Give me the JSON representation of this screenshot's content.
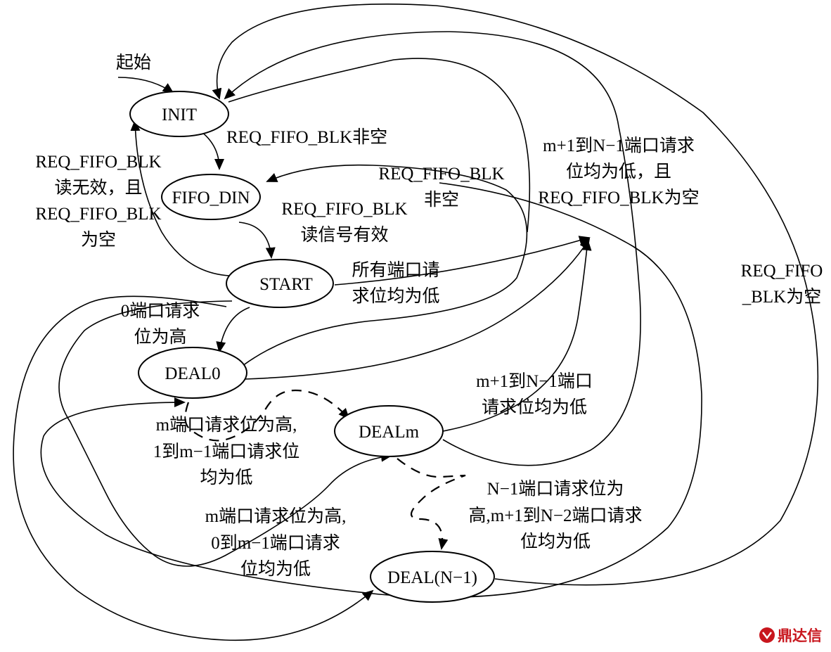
{
  "states": {
    "init": "INIT",
    "fifo_din": "FIFO_DIN",
    "start": "START",
    "deal0": "DEAL0",
    "dealm": "DEALm",
    "dealn1": "DEAL(N−1)"
  },
  "labels": {
    "start_entry": "起始",
    "init_to_fifo": "REQ_FIFO_BLK非空",
    "fifo_to_init": [
      "REQ_FIFO_BLK",
      "读无效，且",
      "REQ_FIFO_BLK",
      "为空"
    ],
    "fifo_to_start": [
      "REQ_FIFO_BLK",
      "读信号有效"
    ],
    "to_fifo_nonempty": [
      "REQ_FIFO_BLK",
      "非空"
    ],
    "deal_to_init": [
      "m+1到N−1端口请求",
      "位均为低，且",
      "REQ_FIFO_BLK为空"
    ],
    "start_all_low": [
      "所有端口请",
      "求位均为低"
    ],
    "start_to_deal0": [
      "0端口请求",
      "位为高"
    ],
    "dealn_to_init": [
      "REQ_FIFO",
      "_BLK为空"
    ],
    "dealm_to_low": [
      "m+1到N−1端口",
      "请求位均为低"
    ],
    "deal0_to_dealm": [
      "m端口请求位为高,",
      "1到m−1端口请求位",
      "均为低"
    ],
    "dealm_to_dealn": [
      "N−1端口请求位为",
      "高,m+1到N−2端口请求",
      "位均为低"
    ],
    "start_to_dealm": [
      "m端口请求位为高,",
      "0到m−1端口请求",
      "位均为低"
    ]
  },
  "watermark": "鼎达信",
  "colors": {
    "watermark": "#c8161d"
  }
}
